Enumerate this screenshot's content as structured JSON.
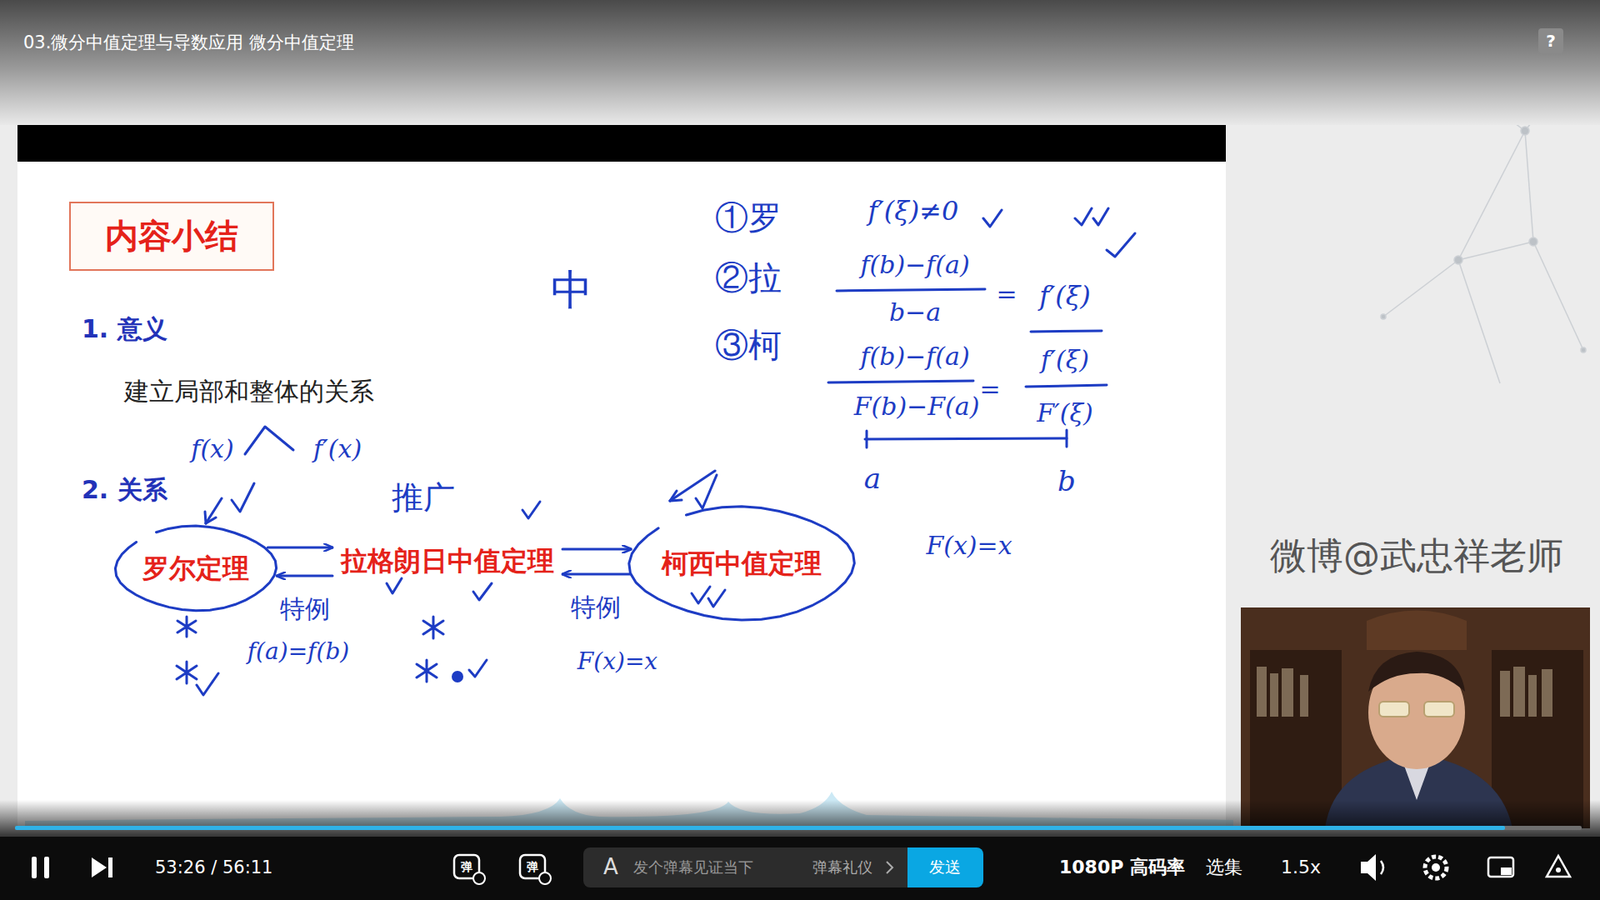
{
  "diagram": {
    "nodes": [
      {
        "text": [
          "内容小结"
        ]
      },
      {
        "text": [
          "罗尔定理"
        ]
      },
      {
        "text": [
          "拉格朗日中值定理"
        ]
      },
      {
        "text": [
          "柯西中值定理"
        ]
      }
    ],
    "edges": [
      {
        "from": 1,
        "to": 2,
        "arrow": "to"
      },
      {
        "from": 2,
        "to": 1,
        "arrow": "to",
        "label": "特例"
      },
      {
        "from": 2,
        "to": 3,
        "arrow": "to"
      },
      {
        "from": 3,
        "to": 2,
        "arrow": "to",
        "label": "特例"
      }
    ],
    "labels": [
      "03.微分中值定理与导数应用 微分中值定理",
      "?",
      "1. 意义",
      "建立局部和整体的关系",
      "f(x)",
      "f′(x)",
      "2. 关系",
      "推广",
      "f(a)=f(b)",
      "F(x)=x",
      "中",
      "①罗",
      "②拉",
      "③柯",
      "f′(ξ)≠0",
      "f(b)−f(a)",
      "b−a",
      "=",
      "f′(ξ)",
      "f(b)−f(a)",
      "F(b)−F(a)",
      "=",
      "f′(ξ)",
      "F′(ξ)",
      "a",
      "b",
      "F(x)=x",
      "微博@武忠祥老师",
      "53:26 / 56:11",
      "弹",
      "弹",
      "A",
      "发个弹幕见证当下",
      "弹幕礼仪",
      "发送",
      "1080P 高码率",
      "选集",
      "1.5x"
    ]
  }
}
